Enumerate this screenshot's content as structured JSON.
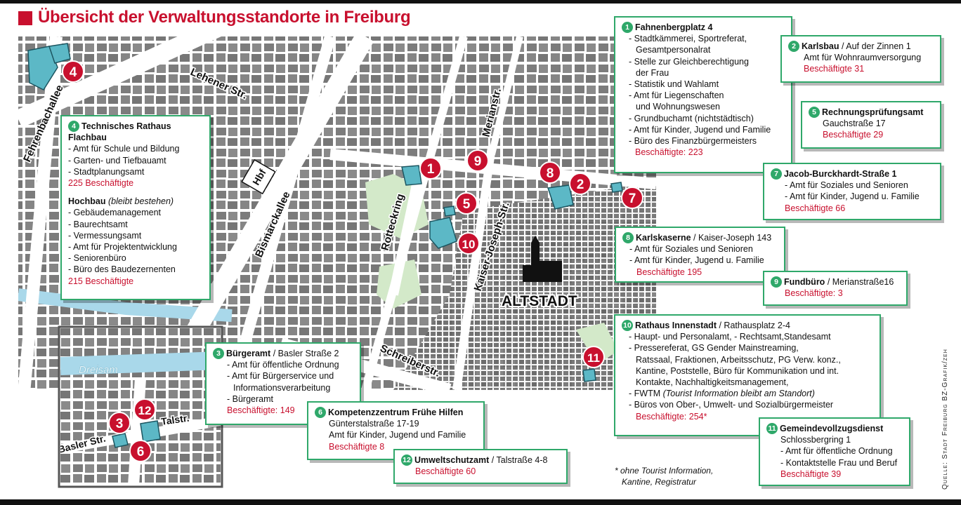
{
  "title": "Übersicht der Verwaltungsstandorte in Freiburg",
  "streets": {
    "lehener": "Lehener Str.",
    "fehrenbach": "Fehrenbachallee",
    "hbf": "Hbf",
    "bismarck": "Bismarckallee",
    "rotteck": "Rotteckring",
    "merian": "Merianstr.",
    "kaiser": "Kaiser-Joseph-Str.",
    "schreiber": "Schreiberstr.",
    "altstadt": "ALTSTADT",
    "dreisam": "Dreisam",
    "basler": "Basler Str.",
    "tal": "Talstr."
  },
  "markers": [
    "1",
    "2",
    "3",
    "4",
    "5",
    "6",
    "7",
    "8",
    "9",
    "10",
    "11",
    "12"
  ],
  "locations": {
    "l1": {
      "num": "1",
      "name": "Fahnenbergplatz 4",
      "lines": [
        "- Stadtkämmerei, Sportreferat,",
        "Gesamtpersonalrat",
        "- Stelle zur Gleichberechtigung",
        "der Frau",
        "- Statistik und Wahlamt",
        "- Amt für Liegenschaften",
        "und Wohnungswesen",
        "- Grundbuchamt (nichtstädtisch)",
        "- Amt für Kinder, Jugend und Familie",
        "- Büro des Finanzbürgermeisters"
      ],
      "staff": "Beschäftigte: 223"
    },
    "l2": {
      "num": "2",
      "name": "Karlsbau",
      "addr": "/ Auf der Zinnen 1",
      "lines": [
        "Amt für Wohnraumversorgung"
      ],
      "staff": "Beschäftigte 31"
    },
    "l3": {
      "num": "3",
      "name": "Bürgeramt",
      "addr": "/ Basler Straße 2",
      "lines": [
        "- Amt für öffentliche Ordnung",
        "- Amt für Bürgerservice und",
        "Informationsverarbeitung",
        "- Bürgeramt"
      ],
      "staff": "Beschäftigte: 149"
    },
    "l4": {
      "num": "4",
      "name": "Technisches Rathaus",
      "name2": "Flachbau",
      "lines": [
        "- Amt für Schule und Bildung",
        "- Garten- und Tiefbauamt",
        "- Stadtplanungsamt"
      ],
      "staff": "225 Beschäftigte",
      "sub": "Hochbau",
      "subnote": "(bleibt bestehen)",
      "lines2": [
        "- Gebäudemanagement",
        "- Baurechtsamt",
        "- Vermessungsamt",
        "- Amt für Projektentwicklung",
        "- Seniorenbüro",
        "- Büro des Baudezernenten"
      ],
      "staff2": "215 Beschäftigte"
    },
    "l5": {
      "num": "5",
      "name": "Rechnungsprüfungsamt",
      "lines": [
        "Gauchstraße 17"
      ],
      "staff": "Beschäftigte 29"
    },
    "l6": {
      "num": "6",
      "name": "Kompetenzzentrum Frühe Hilfen",
      "lines": [
        "Günterstalstraße 17-19",
        "Amt für Kinder, Jugend und Familie"
      ],
      "staff": "Beschäftigte 8"
    },
    "l7": {
      "num": "7",
      "name": "Jacob-Burckhardt-Straße 1",
      "lines": [
        "- Amt für Soziales und Senioren",
        "- Amt für Kinder, Jugend u. Familie"
      ],
      "staff": "Beschäftigte 66"
    },
    "l8": {
      "num": "8",
      "name": "Karlskaserne",
      "addr": "/ Kaiser-Joseph 143",
      "lines": [
        "- Amt für Soziales und Senioren",
        "- Amt für Kinder, Jugend u. Familie"
      ],
      "staff": "Beschäftigte 195"
    },
    "l9": {
      "num": "9",
      "name": "Fundbüro",
      "addr": "/ Merianstraße16",
      "staff": "Beschäftigte: 3"
    },
    "l10": {
      "num": "10",
      "name": "Rathaus Innenstadt",
      "addr": "/ Rathausplatz 2-4",
      "lines": [
        "- Haupt- und Personalamt, - Rechtsamt,Standesamt",
        "- Pressereferat, GS Gender Mainstreaming,",
        "Ratssaal, Fraktionen, Arbeitsschutz, PG Verw. konz.,",
        "Kantine, Poststelle, Büro für Kommunikation und int.",
        "Kontakte, Nachhaltigkeitsmanagement,",
        "- FWTM"
      ],
      "fwtm_note": "(Tourist Information bleibt am Standort)",
      "lines2": [
        "- Büros von Ober-, Umwelt- und Sozialbürgermeister"
      ],
      "staff": "Beschäftigte: 254*"
    },
    "l11": {
      "num": "11",
      "name": "Gemeindevollzugsdienst",
      "lines": [
        "Schlossbergring 1",
        "- Amt für öffentliche Ordnung",
        "- Kontaktstelle Frau und Beruf"
      ],
      "staff": "Beschäftigte 39"
    },
    "l12": {
      "num": "12",
      "name": "Umweltschutzamt",
      "addr": "/ Talstraße 4-8",
      "staff": "Beschäftigte 60"
    }
  },
  "footnote": [
    "* ohne Tourist Information,",
    "Kantine, Registratur"
  ],
  "credit": "Quelle: Stadt Freiburg  BZ-Grafik/zeh"
}
